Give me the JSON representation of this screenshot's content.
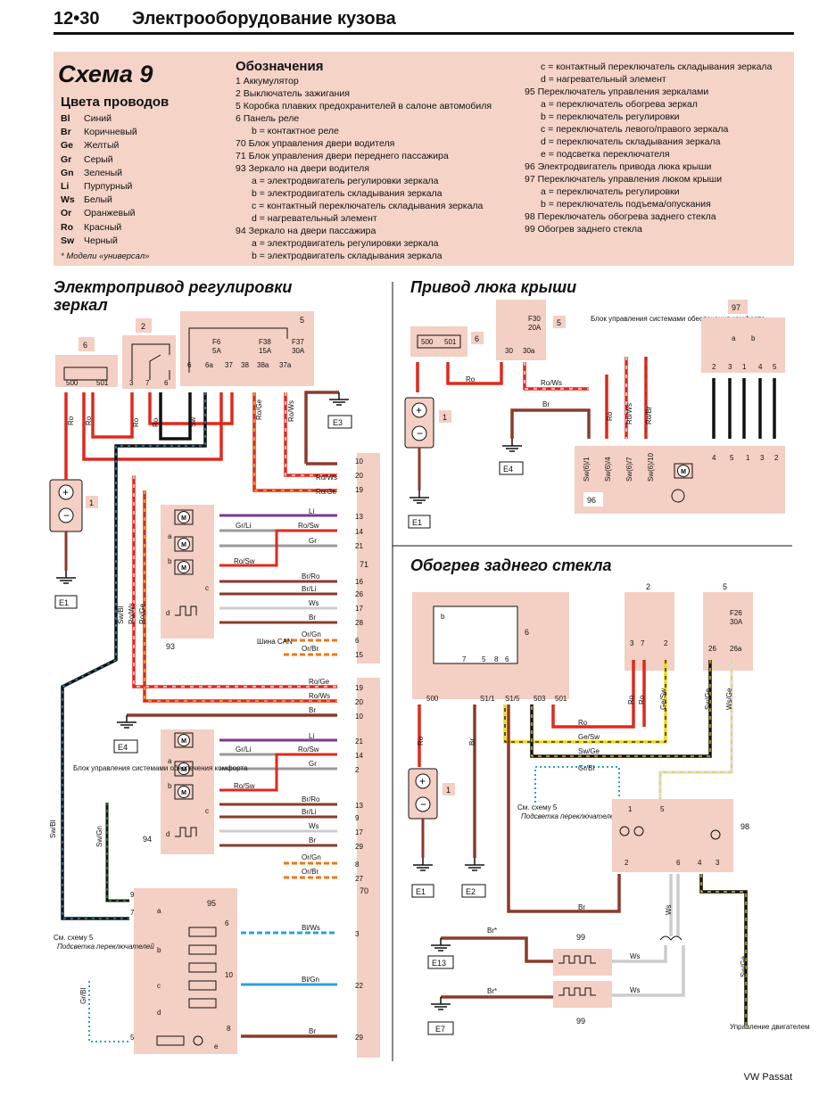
{
  "header": {
    "page_number": "12•30",
    "title": "Электрооборудование кузова"
  },
  "legend": {
    "scheme": "Схема 9",
    "wire_colors_title": "Цвета проводов",
    "wire_colors": [
      {
        "code": "Bl",
        "name": "Синий"
      },
      {
        "code": "Br",
        "name": "Коричневый"
      },
      {
        "code": "Ge",
        "name": "Желтый"
      },
      {
        "code": "Gr",
        "name": "Серый"
      },
      {
        "code": "Gn",
        "name": "Зеленый"
      },
      {
        "code": "Li",
        "name": "Пурпурный"
      },
      {
        "code": "Ws",
        "name": "Белый"
      },
      {
        "code": "Or",
        "name": "Оранжевый"
      },
      {
        "code": "Ro",
        "name": "Красный"
      },
      {
        "code": "Sw",
        "name": "Черный"
      }
    ],
    "note": "* Модели «универсал»",
    "designations_title": "Обозначения",
    "col1": [
      "1  Аккумулятор",
      "2  Выключатель зажигания",
      "5  Коробка плавких предохранителей в салоне автомобиля",
      "6  Панель реле",
      "b = контактное реле",
      "70 Блок управления двери водителя",
      "71 Блок управления двери переднего пассажира",
      "93 Зеркало на двери водителя",
      "a = электродвигатель регулировки зеркала",
      "b = электродвигатель складывания зеркала",
      "c = контактный переключатель складывания зеркала",
      "d = нагревательный элемент",
      "94 Зеркало на двери пассажира",
      "a = электродвигатель регулировки зеркала",
      "b = электродвигатель складывания зеркала"
    ],
    "col2": [
      "c = контактный переключатель складывания зеркала",
      "d = нагревательный элемент",
      "95 Переключатель управления зеркалами",
      "a = переключатель обогрева зеркал",
      "b = переключатель регулировки",
      "c = переключатель левого/правого зеркала",
      "d = переключатель складывания зеркала",
      "e = подсветка переключателя",
      "96 Электродвигатель привода люка крыши",
      "97 Переключатель управления люком крыши",
      "a = переключатель регулировки",
      "b = переключатель подъема/опускания",
      "98 Переключатель обогрева заднего стекла",
      "99 Обогрев заднего стекла"
    ]
  },
  "sections": {
    "mirrors": "Электропривод регулировки зеркал",
    "sunroof": "Привод люка крыши",
    "rear_heat": "Обогрев заднего стекла"
  },
  "texts": {
    "comfort_unit": "Блок управления системами обеспечения комфорта",
    "see5": "См. схему 5",
    "see5_sub": "Подсветка переключателей",
    "can": "Шина CAN",
    "engine": "Управление двигателем",
    "ro_ws": "Ro/Ws",
    "ro_ge": "Ro/Ge",
    "br": "Br",
    "li": "Li",
    "gr_li": "Gr/Li",
    "ro_sw": "Ro/Sw",
    "gr": "Gr",
    "br_ro": "Br/Ro",
    "br_li": "Br/Li",
    "ws": "Ws",
    "or_gn": "Or/Gn",
    "or_br": "Or/Br",
    "bl_ws": "Bl/Ws",
    "bl_gn": "Bl/Gn",
    "sw_bl": "Sw/Bl",
    "sw_gn": "Sw/Gn",
    "gr_bl": "Gr/Bl",
    "ro": "Ro",
    "sw": "Sw",
    "ro_br": "Ro/Br",
    "ge_sw": "Ge/Sw",
    "sw_ge": "Sw/Ge",
    "ws_ge": "Ws/Ge",
    "br_star": "Br*"
  },
  "labels": {
    "e1": "E1",
    "e2": "E2",
    "e3": "E3",
    "e4": "E4",
    "e7": "E7",
    "e13": "E13",
    "c1": "1",
    "c2": "2",
    "c5": "5",
    "c6": "6",
    "c70": "70",
    "c71": "71",
    "c93": "93",
    "c94": "94",
    "c95": "95",
    "c96": "96",
    "c97": "97",
    "c98": "98",
    "c99": "99",
    "f6": "F6",
    "f6a": "5A",
    "f38": "F38",
    "f38a": "15A",
    "f37": "F37",
    "f37a": "30A",
    "f30": "F30",
    "f30a": "20A",
    "f26": "F26",
    "f26a": "30A"
  },
  "footer": "VW Passat",
  "colors": {
    "legend_bg": "#f5d3c7",
    "box_bg": "#f4cfc3",
    "red": "#e0281d",
    "brown": "#8b3a2a",
    "yellow": "#f2d51c",
    "blue": "#2aa0dc"
  }
}
